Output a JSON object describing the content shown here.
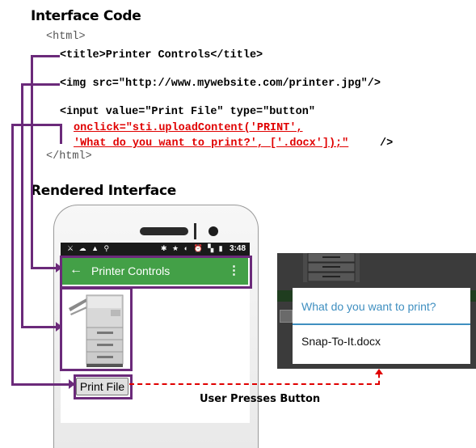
{
  "headings": {
    "code": "Interface Code",
    "rendered": "Rendered Interface"
  },
  "code": {
    "html_open": "<html>",
    "title_line": "<title>Printer Controls</title>",
    "img_line": "<img src=\"http://www.mywebsite.com/printer.jpg\"/>",
    "input_line": "<input value=\"Print File\" type=\"button\"",
    "onclick_line1": "onclick=\"sti.uploadContent('PRINT',",
    "onclick_line2": "'What do you want to print?', ['.docx']);\"",
    "onclick_tail": "/>",
    "html_close": "</html>"
  },
  "phone": {
    "status_time": "3:48",
    "app_title": "Printer Controls",
    "back_icon": "arrow-left-icon",
    "menu_icon": "overflow-menu-icon",
    "button_label": "Print File"
  },
  "dialog": {
    "prompt": "What do you want to print?",
    "option": "Snap-To-It.docx",
    "accent": "#3f8fc0"
  },
  "caption": "User Presses Button",
  "colors": {
    "connector": "#6b2a7a",
    "highlight_border": "#6b2a7a",
    "code_red": "#e00000",
    "appbar": "#43a047",
    "dashed_arrow": "#e00000"
  }
}
